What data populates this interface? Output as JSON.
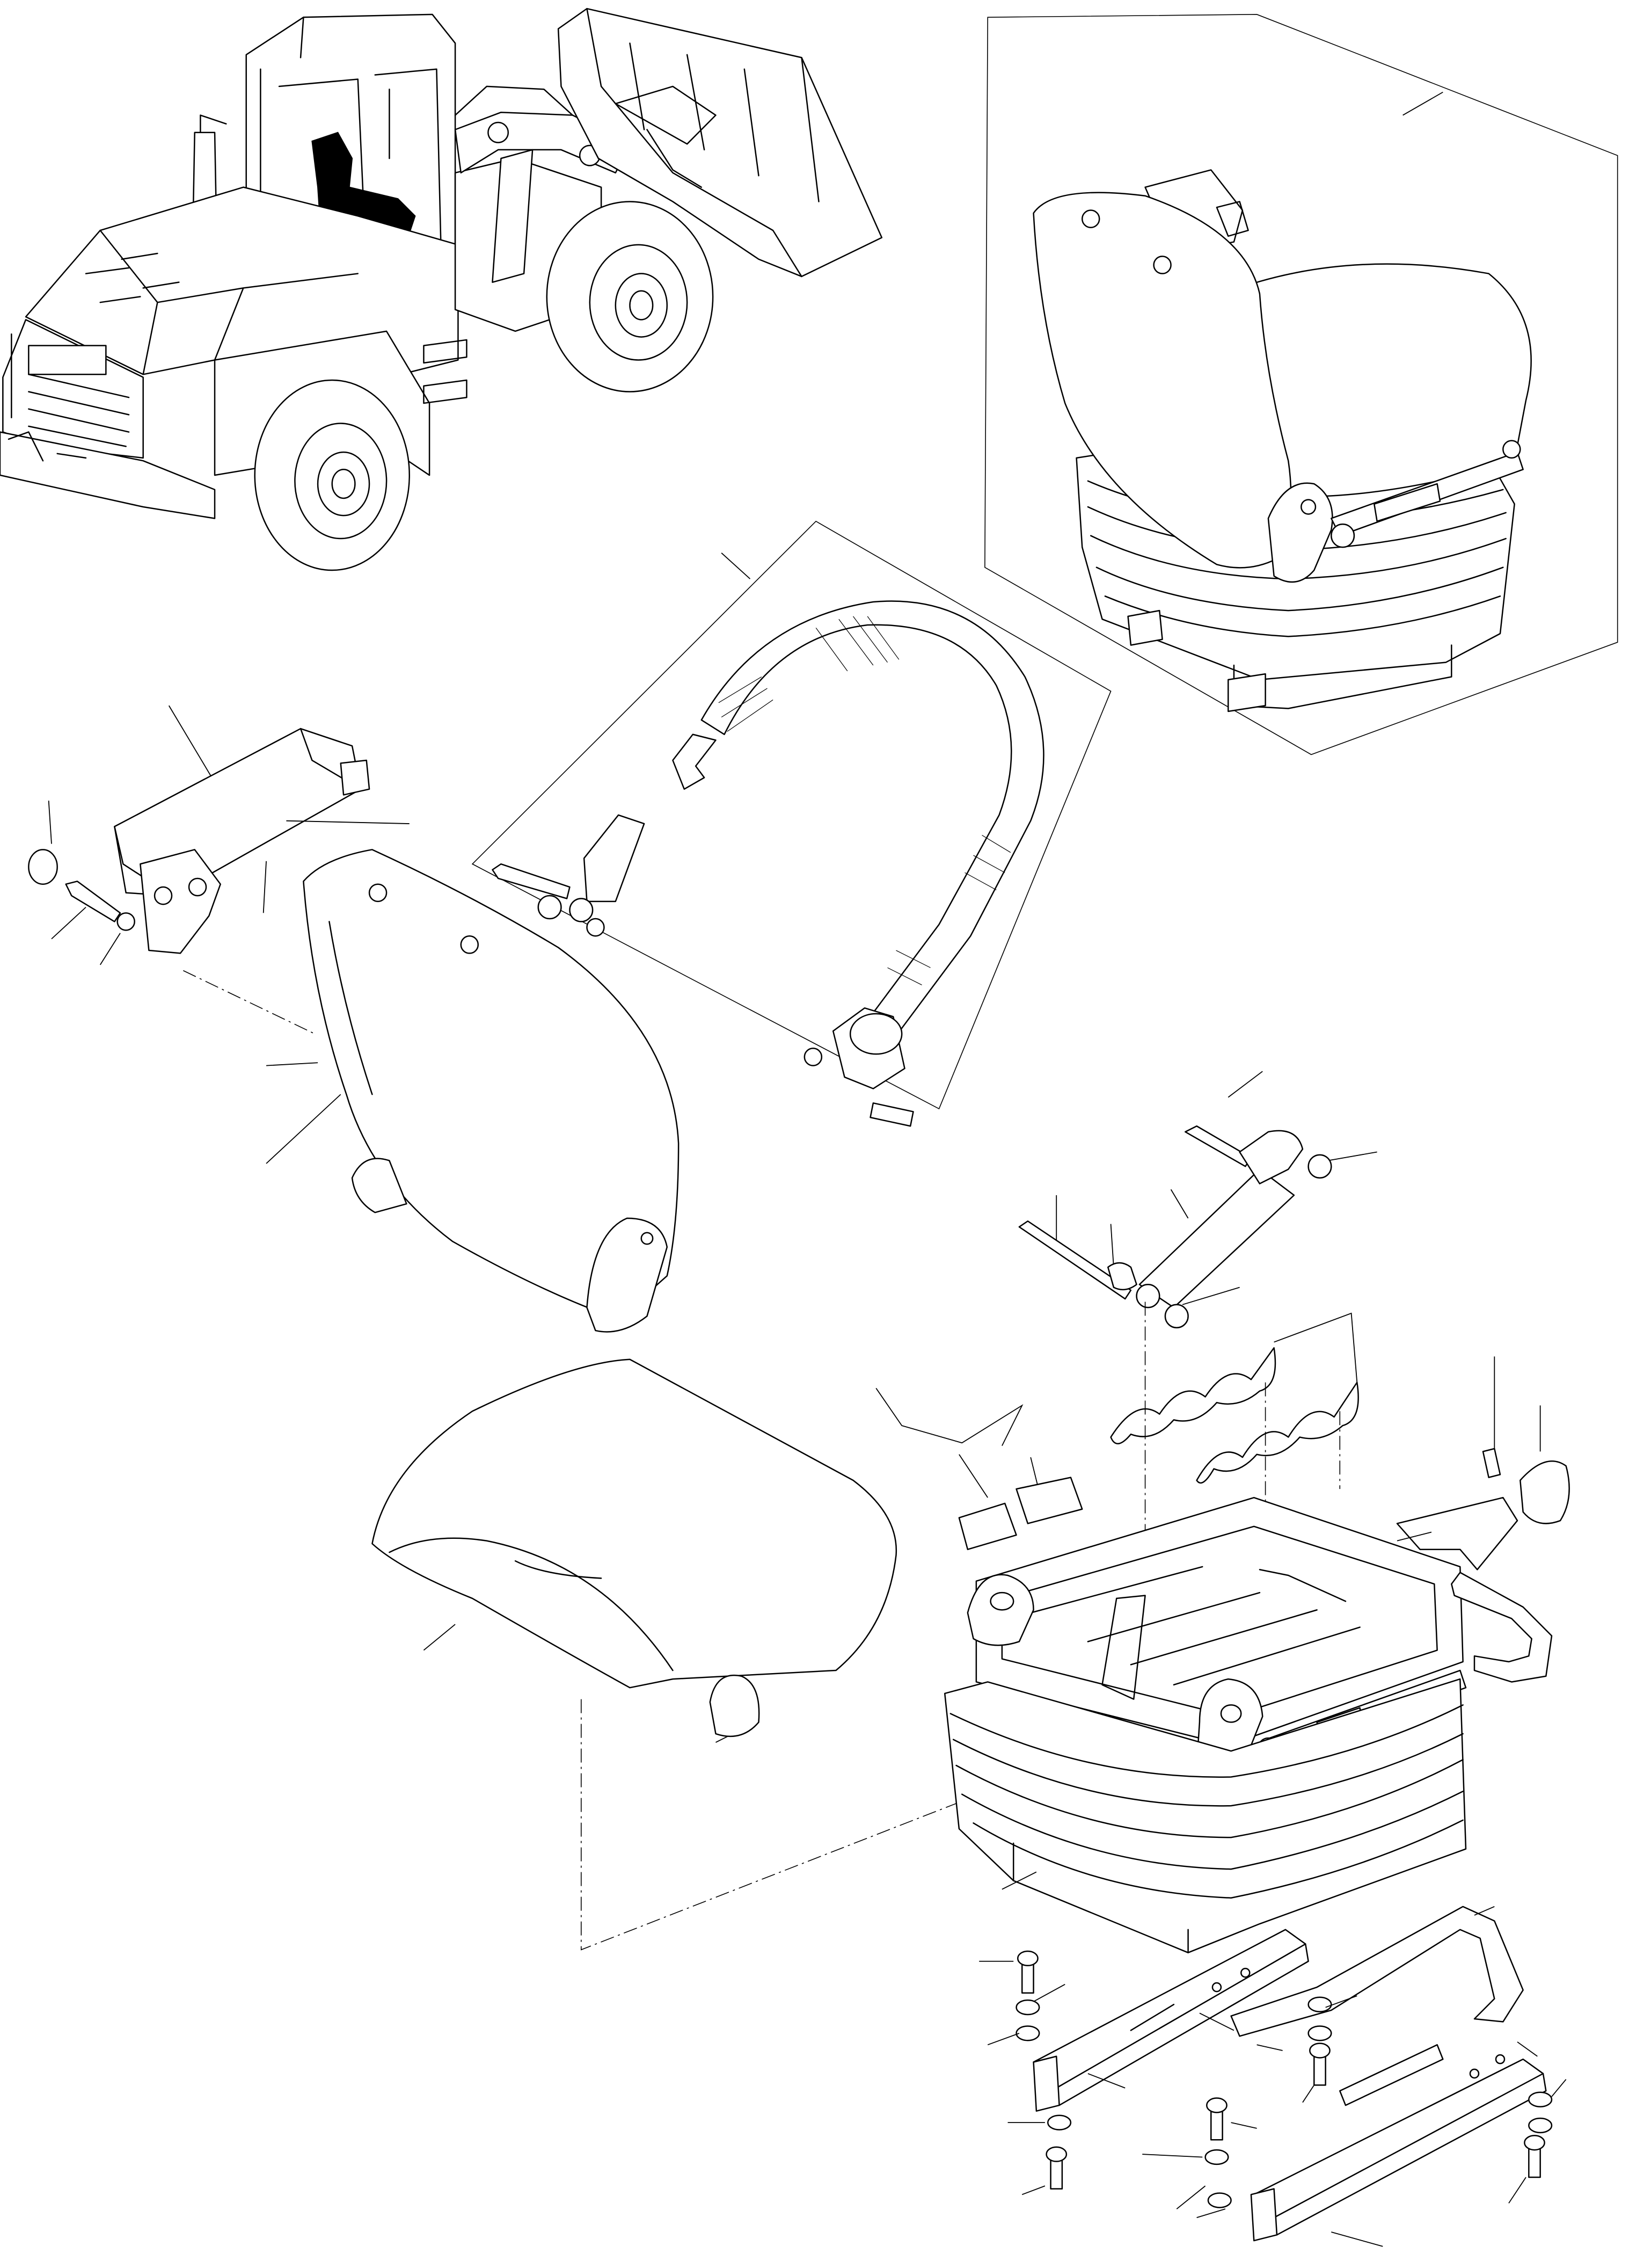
{
  "figure": {
    "kind": "exploded parts illustration",
    "colors": {
      "line": "#000000",
      "background": "#ffffff",
      "highlight": "#000000"
    },
    "views": [
      {
        "name": "machine-overview",
        "icon": "wheel-loader-icon"
      },
      {
        "name": "assembled-seat",
        "icon": "operator-seat-icon"
      },
      {
        "name": "seat-belt",
        "icon": "seat-belt-icon"
      },
      {
        "name": "armrest",
        "icon": "armrest-icon"
      },
      {
        "name": "backrest",
        "icon": "backrest-cushion-icon"
      },
      {
        "name": "seat-cushion",
        "icon": "seat-cushion-icon"
      },
      {
        "name": "shock-absorber",
        "icon": "damper-icon"
      },
      {
        "name": "springs",
        "icon": "coil-spring-icon"
      },
      {
        "name": "suspension",
        "icon": "seat-suspension-icon"
      },
      {
        "name": "rails",
        "icon": "slide-rail-icon"
      }
    ]
  }
}
